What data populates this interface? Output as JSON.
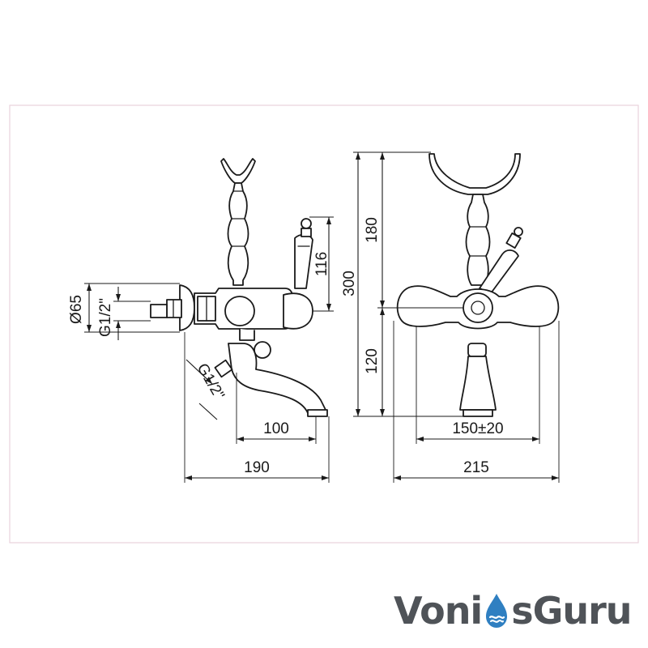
{
  "drawing": {
    "dimensions": {
      "d65": "Ø65",
      "g_inlet": "G1/2\"",
      "g_shower": "G1/2\"",
      "h116": "116",
      "h300": "300",
      "h180": "180",
      "h120": "120",
      "w100": "100",
      "w190": "190",
      "w150": "150±20",
      "w215": "215"
    }
  },
  "brand": {
    "logo_text": "VoniosGuru",
    "part1": "Voni",
    "part2": "sGuru",
    "text_color": "#4f5358",
    "drop_color": "#2f7fc1"
  }
}
